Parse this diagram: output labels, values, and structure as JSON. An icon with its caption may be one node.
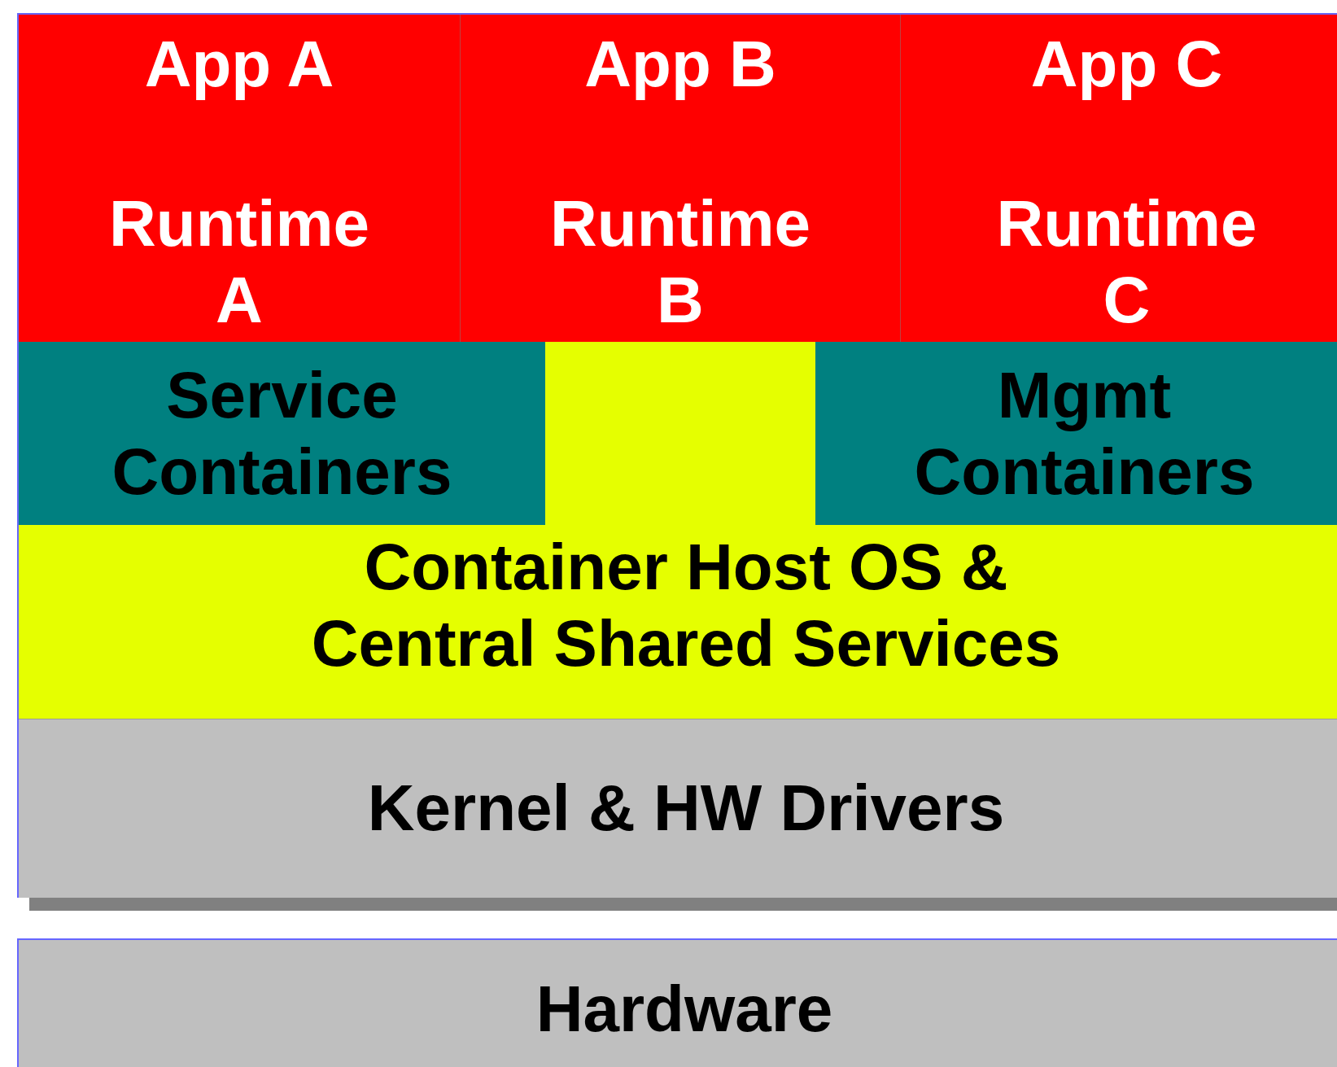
{
  "diagram": {
    "nodes": [
      {
        "text": [],
        "shape": "box"
      },
      {
        "text": [
          "App A",
          "Runtime A"
        ],
        "in": 0
      },
      {
        "text": [
          "App B",
          "Runtime B"
        ],
        "in": 0
      },
      {
        "text": [
          "App C",
          "Runtime C"
        ],
        "in": 0
      },
      {
        "text": [
          "Container Host OS & Central Shared Services"
        ],
        "in": 0
      },
      {
        "text": [
          "Service Containers"
        ],
        "in": 4
      },
      {
        "text": [
          "Mgmt Containers"
        ],
        "in": 4
      },
      {
        "text": [
          "Kernel & HW Drivers"
        ],
        "in": 0
      },
      {
        "text": [
          "Hardware"
        ]
      }
    ]
  }
}
